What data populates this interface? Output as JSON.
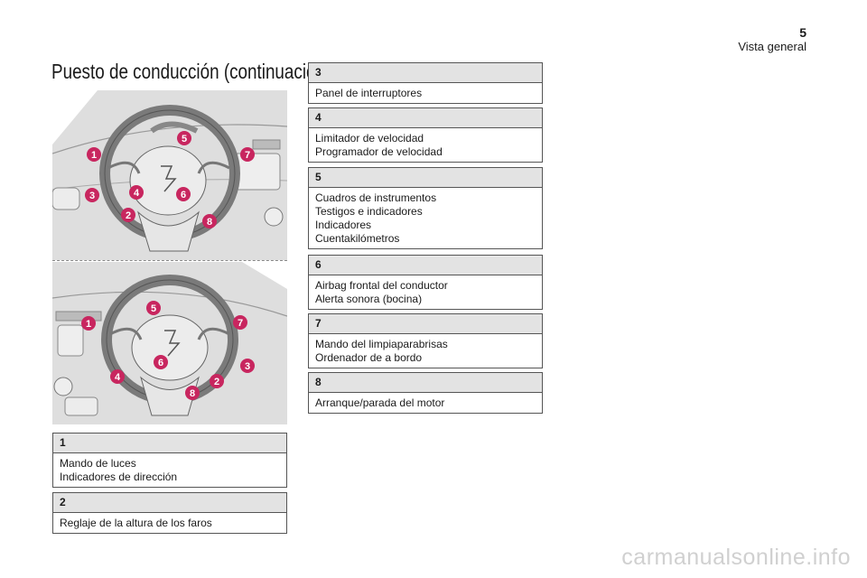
{
  "header": {
    "page_number": "5",
    "section": "Vista general"
  },
  "title": "Puesto de conducción (continuación)",
  "callout_numbers": [
    "1",
    "2",
    "3",
    "4",
    "5",
    "6",
    "7",
    "8"
  ],
  "legend": [
    {
      "num": "1",
      "lines": [
        "Mando de luces",
        "Indicadores de dirección"
      ]
    },
    {
      "num": "2",
      "lines": [
        "Reglaje de la altura de los faros"
      ]
    },
    {
      "num": "3",
      "lines": [
        "Panel de interruptores"
      ]
    },
    {
      "num": "4",
      "lines": [
        "Limitador de velocidad",
        "Programador de velocidad"
      ]
    },
    {
      "num": "5",
      "lines": [
        "Cuadros de instrumentos",
        "Testigos e indicadores",
        "Indicadores",
        "Cuentakilómetros"
      ]
    },
    {
      "num": "6",
      "lines": [
        "Airbag frontal del conductor",
        "Alerta sonora (bocina)"
      ]
    },
    {
      "num": "7",
      "lines": [
        "Mando del limpiaparabrisas",
        "Ordenador de a bordo"
      ]
    },
    {
      "num": "8",
      "lines": [
        "Arranque/parada del motor"
      ]
    }
  ],
  "watermark": "carmanualsonline.info",
  "colors": {
    "callout": "#c8265f",
    "header_bg": "#e3e3e3",
    "illustration_bg": "#dcdcdc"
  }
}
